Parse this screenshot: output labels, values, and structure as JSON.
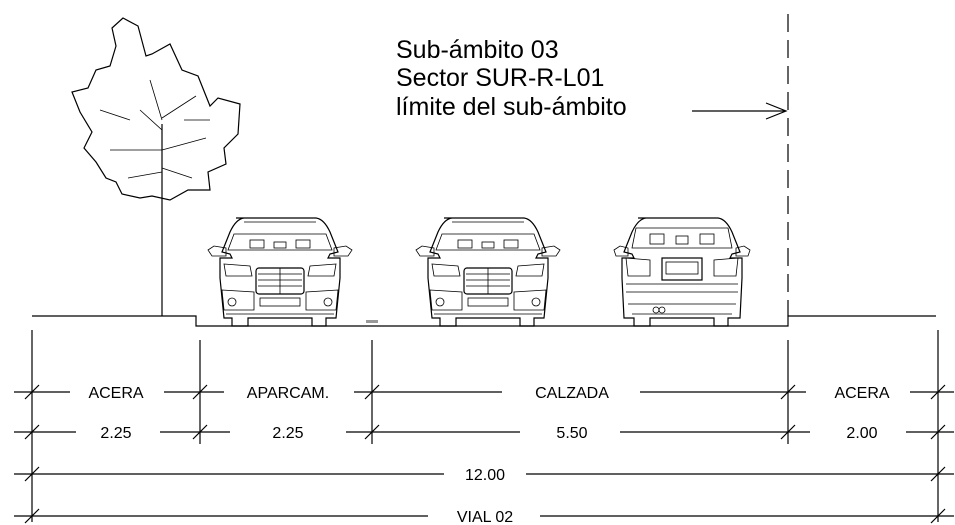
{
  "annotation": {
    "line1": "Sub-ámbito 03",
    "line2": "Sector SUR-R-L01",
    "line3": "límite del sub-ámbito"
  },
  "dimensions": {
    "segments": [
      {
        "name": "ACERA",
        "value": "2.25"
      },
      {
        "name": "APARCAM.",
        "value": "2.25"
      },
      {
        "name": "CALZADA",
        "value": "5.50"
      },
      {
        "name": "ACERA",
        "value": "2.00"
      }
    ],
    "total": "12.00",
    "road_name": "VIAL 02"
  },
  "elements": {
    "tree": "tree-icon",
    "cars": [
      "car-front-view",
      "car-front-view",
      "car-rear-view"
    ]
  }
}
